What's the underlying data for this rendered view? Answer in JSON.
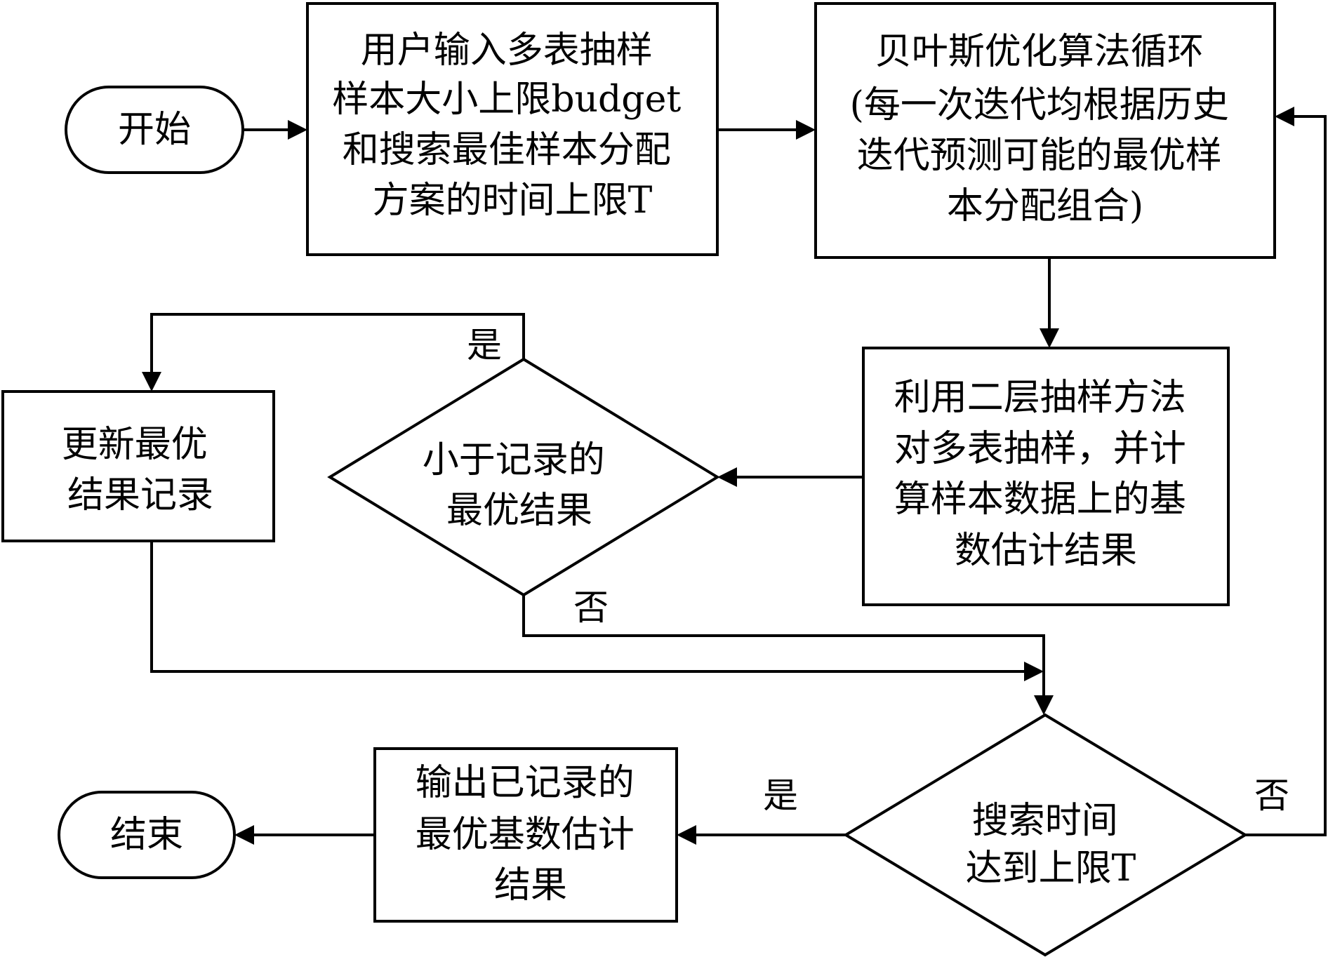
{
  "nodes": {
    "start": {
      "lines": [
        "开始"
      ]
    },
    "input": {
      "lines": [
        "用户输入多表抽样",
        "样本大小上限budget",
        "和搜索最佳样本分配",
        "方案的时间上限T"
      ]
    },
    "bayes_loop": {
      "lines": [
        "贝叶斯优化算法循环",
        "(每一次迭代均根据历史",
        "迭代预测可能的最优样",
        "本分配组合)"
      ]
    },
    "two_layer_sampling": {
      "lines": [
        "利用二层抽样方法",
        "对多表抽样，并计",
        "算样本数据上的基",
        "数估计结果"
      ]
    },
    "less_than_best": {
      "lines": [
        "小于记录的",
        "最优结果"
      ]
    },
    "update_best": {
      "lines": [
        "更新最优",
        "结果记录"
      ]
    },
    "time_limit": {
      "lines": [
        "搜索时间",
        "达到上限T"
      ]
    },
    "output": {
      "lines": [
        "输出已记录的",
        "最优基数估计",
        "结果"
      ]
    },
    "end": {
      "lines": [
        "结束"
      ]
    }
  },
  "edge_labels": {
    "less_yes": "是",
    "less_no": "否",
    "time_yes": "是",
    "time_no": "否"
  }
}
